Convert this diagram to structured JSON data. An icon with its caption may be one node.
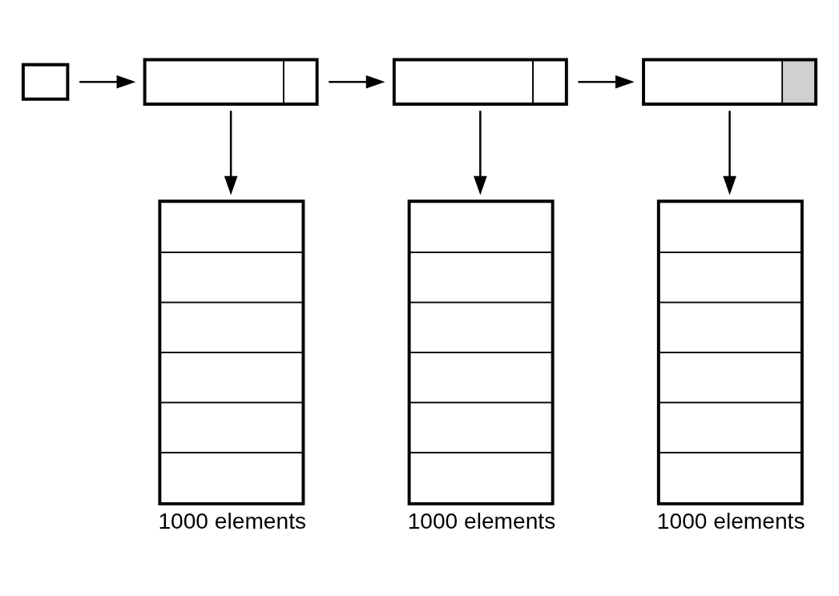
{
  "diagram": {
    "nodes": [
      {
        "text": [],
        "shape": "box"
      },
      {
        "text": [],
        "shape": "box"
      },
      {
        "text": [],
        "shape": "box"
      },
      {
        "text": [],
        "shape": "box"
      },
      {
        "text": [],
        "shape": "box",
        "beside": [
          "1000 elements"
        ]
      },
      {
        "text": [],
        "shape": "box",
        "beside": [
          "1000 elements"
        ]
      },
      {
        "text": [],
        "shape": "box",
        "beside": [
          "1000 elements"
        ]
      }
    ],
    "edges": [
      {
        "from": 0,
        "to": 1,
        "arrow": "to"
      },
      {
        "from": 1,
        "to": 2,
        "arrow": "to"
      },
      {
        "from": 2,
        "to": 3,
        "arrow": "to"
      },
      {
        "from": 1,
        "to": 4,
        "arrow": "to"
      },
      {
        "from": 2,
        "to": 5,
        "arrow": "to"
      },
      {
        "from": 3,
        "to": 6,
        "arrow": "to"
      }
    ]
  }
}
